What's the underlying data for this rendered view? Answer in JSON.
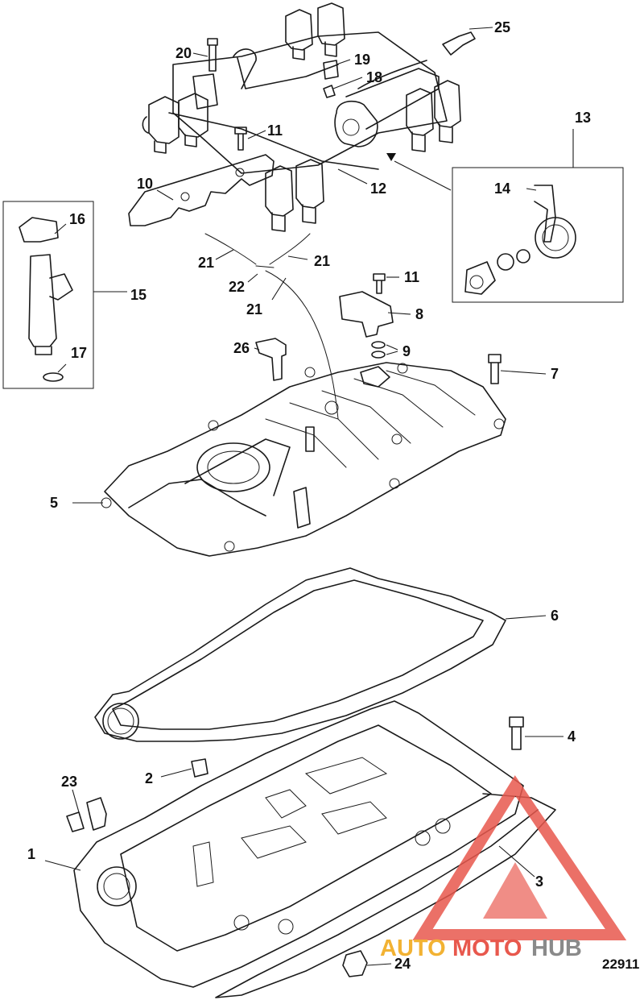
{
  "callouts": {
    "c1": "1",
    "c2": "2",
    "c3": "3",
    "c4": "4",
    "c5": "5",
    "c6": "6",
    "c7": "7",
    "c8": "8",
    "c9": "9",
    "c10": "10",
    "c11a": "11",
    "c11b": "11",
    "c12": "12",
    "c13": "13",
    "c14": "14",
    "c15": "15",
    "c16": "16",
    "c17": "17",
    "c18": "18",
    "c19": "19",
    "c20": "20",
    "c21a": "21",
    "c21b": "21",
    "c21c": "21",
    "c22": "22",
    "c23": "23",
    "c24": "24",
    "c25": "25",
    "c26": "26"
  },
  "reference_number": "22911",
  "watermark": {
    "part1": "AUTO",
    "part2": "MOTO",
    "part3": "HUB",
    "colors": {
      "auto": "#f2b233",
      "moto": "#e8584d",
      "hub": "#8a8a8a",
      "triangle": "#e8584d"
    }
  },
  "icons": [
    "fuel-injector-icon",
    "fuel-rail-icon",
    "intake-manifold-icon",
    "gasket-icon",
    "bolt-icon",
    "pressure-regulator-icon",
    "sensor-icon",
    "watermark-logo-icon"
  ]
}
